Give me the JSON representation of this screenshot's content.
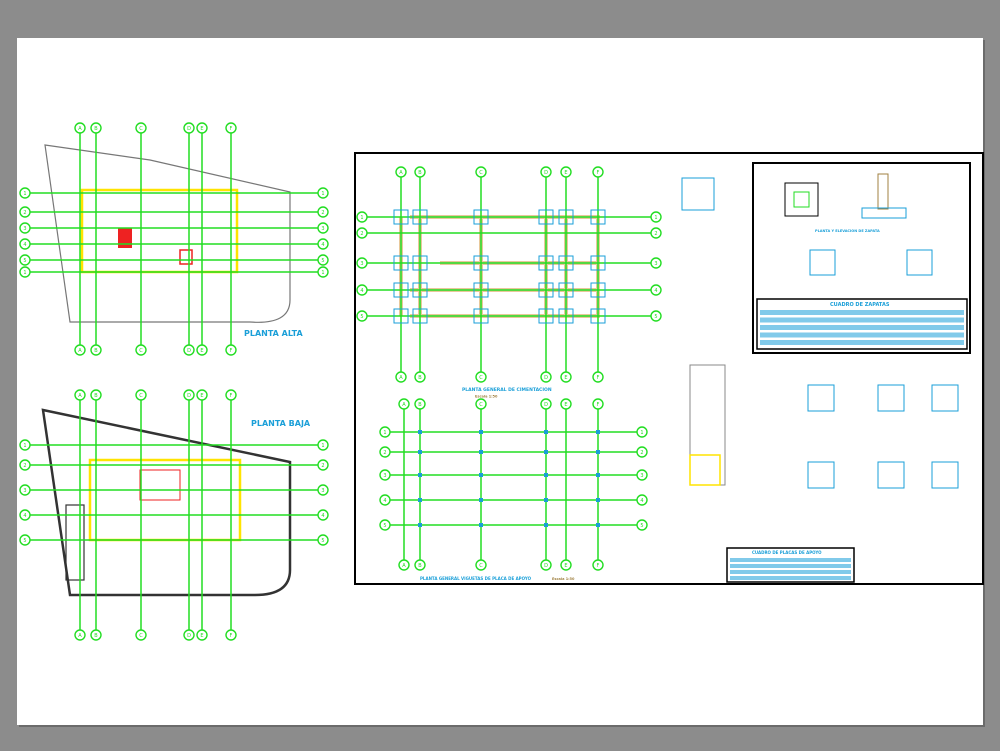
{
  "titles": {
    "planta_alta": "PLANTA ALTA",
    "planta_baja": "PLANTA BAJA",
    "cimentacion": "PLANTA GENERAL DE CIMENTACION",
    "cimentacion_scale": "Escala 1:50",
    "vigas": "PLANTA GENERAL VIGUETAS DE PLACA DE APOYO",
    "vigas_scale": "Escala 1:50",
    "zapata_detail": "PLANTA Y ELEVACION DE ZAPATA",
    "cuadro_zapatas": "CUADRO DE ZAPATAS",
    "cuadro_placas": "CUADRO DE PLACAS DE APOYO"
  },
  "grid_labels": {
    "columns": [
      "A",
      "B",
      "C",
      "D",
      "E",
      "F"
    ],
    "rows": [
      "1",
      "2",
      "3",
      "4",
      "5"
    ]
  },
  "colors": {
    "background": "#8c8c8c",
    "sheet": "#ffffff",
    "grid": "#22dd22",
    "text": "#1a9fd8",
    "wall": "#ffe400",
    "beam": "#e8c89a",
    "red": "#ee2222"
  }
}
